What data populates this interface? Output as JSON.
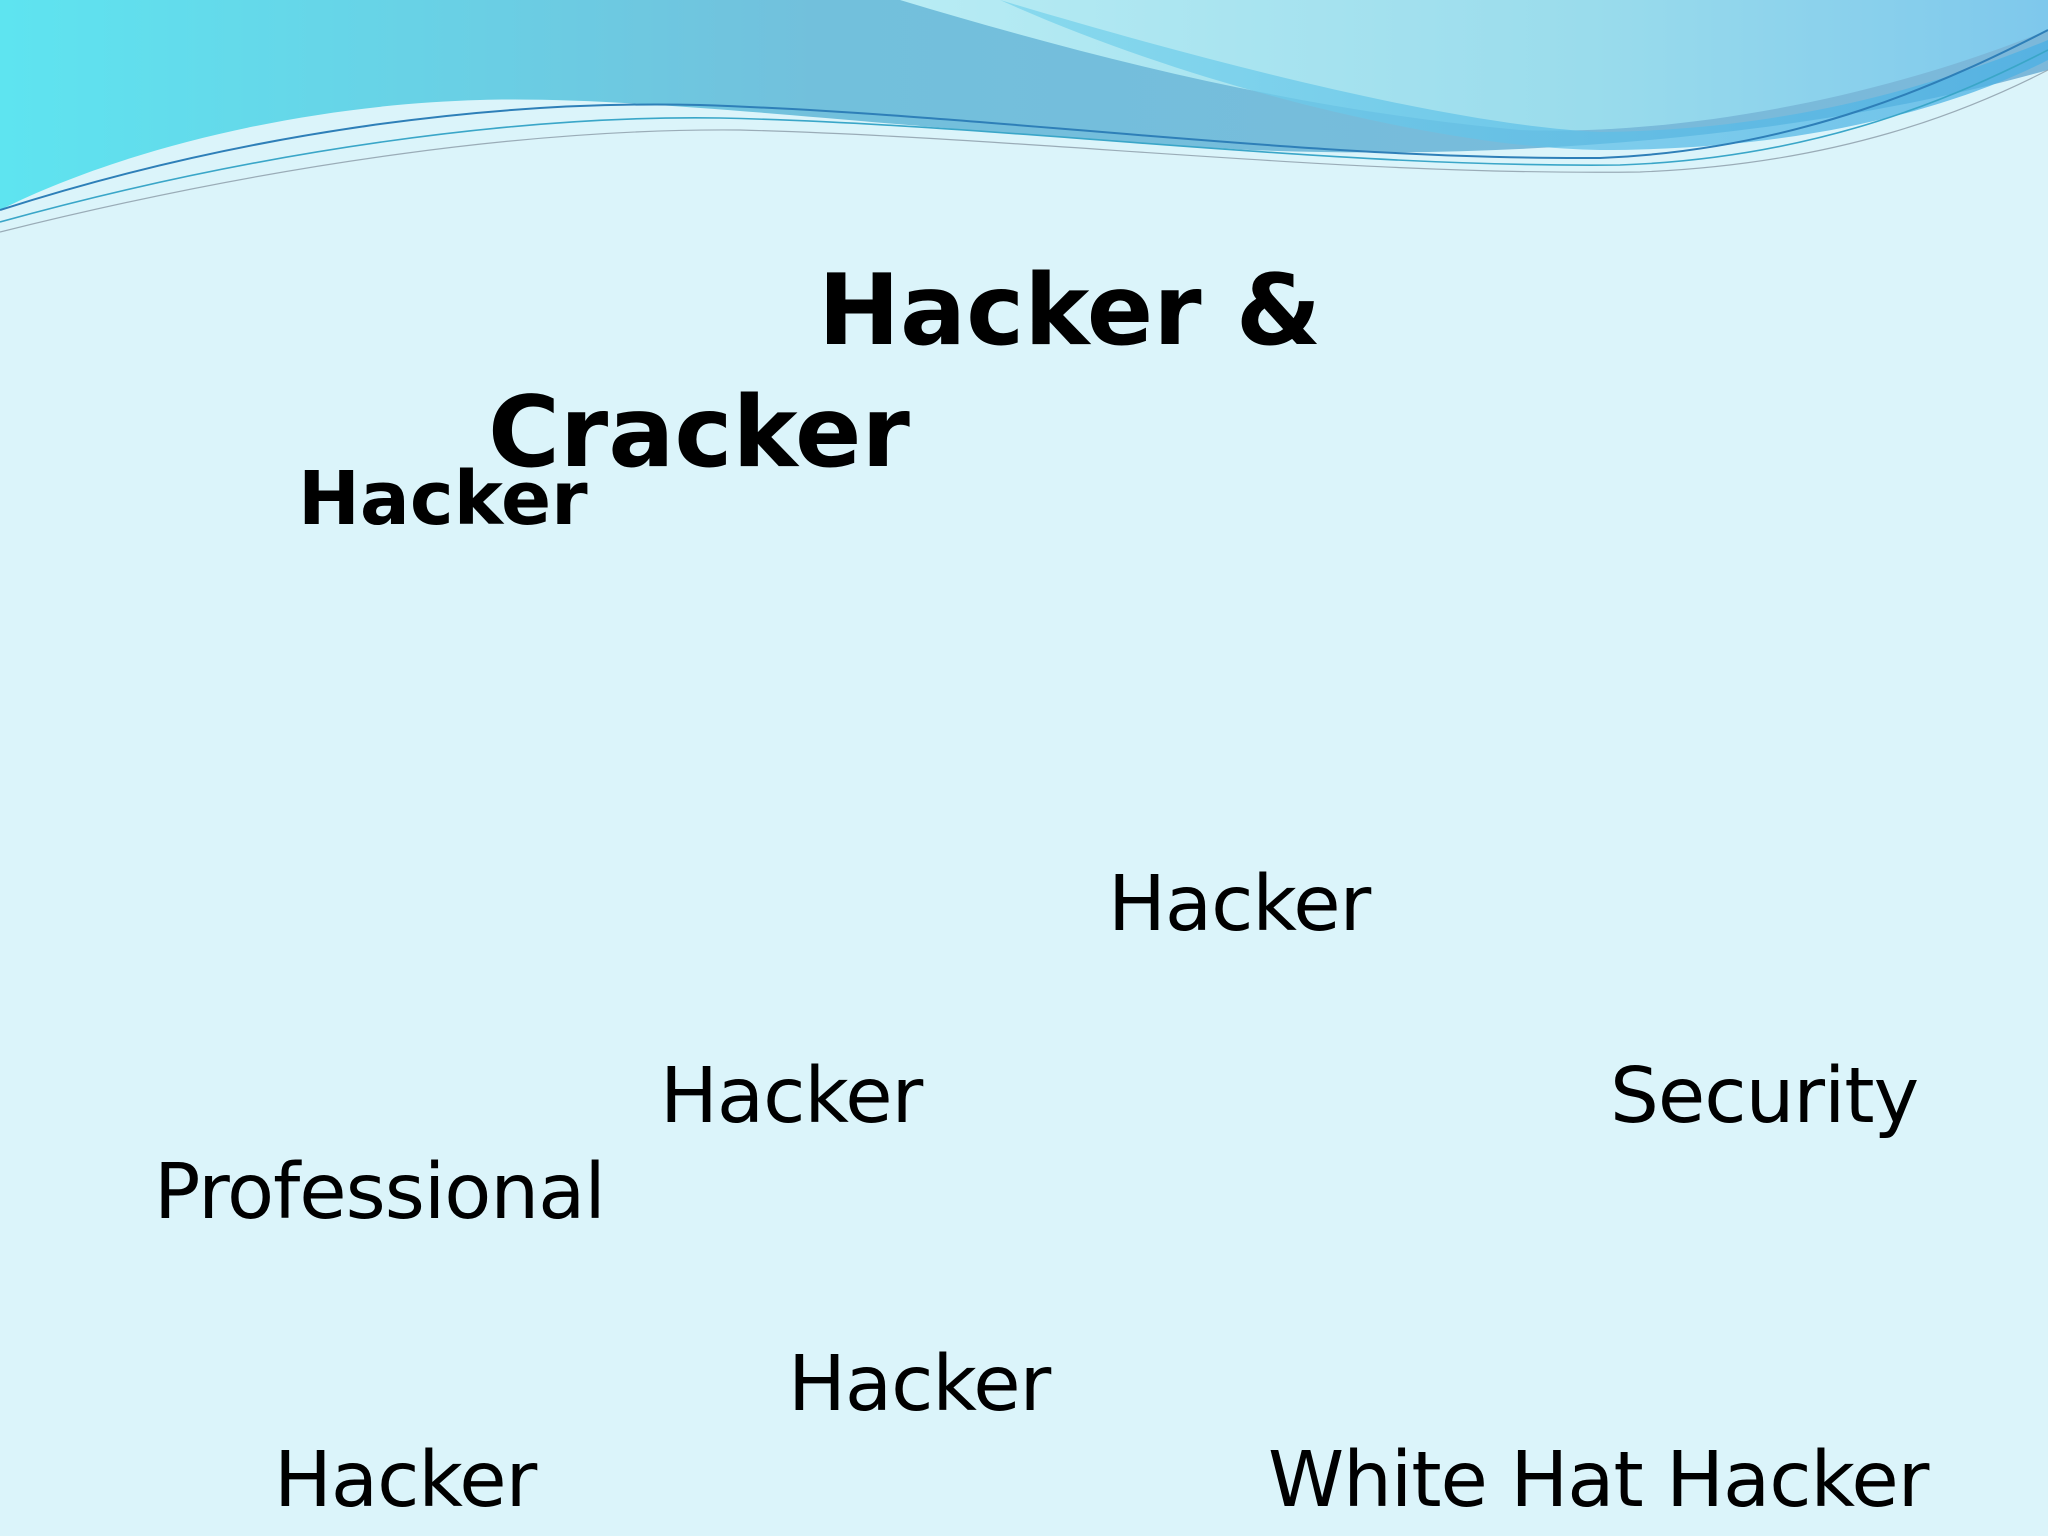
{
  "slide": {
    "title_line1": "Hacker &",
    "title_line2": "Cracker",
    "subtitle": "Hacker",
    "words": {
      "w1": "Hacker",
      "w2": "Hacker",
      "w3": "Security",
      "w4": "Professional",
      "w5": "Hacker",
      "w6": "Hacker",
      "w7": "White Hat Hacker"
    }
  },
  "colors": {
    "background": "#dbf4fa",
    "wave_dark": "#6fb8d6",
    "wave_light": "#8ed8ea",
    "accent_line": "#2e7fb8",
    "text": "#000000"
  }
}
